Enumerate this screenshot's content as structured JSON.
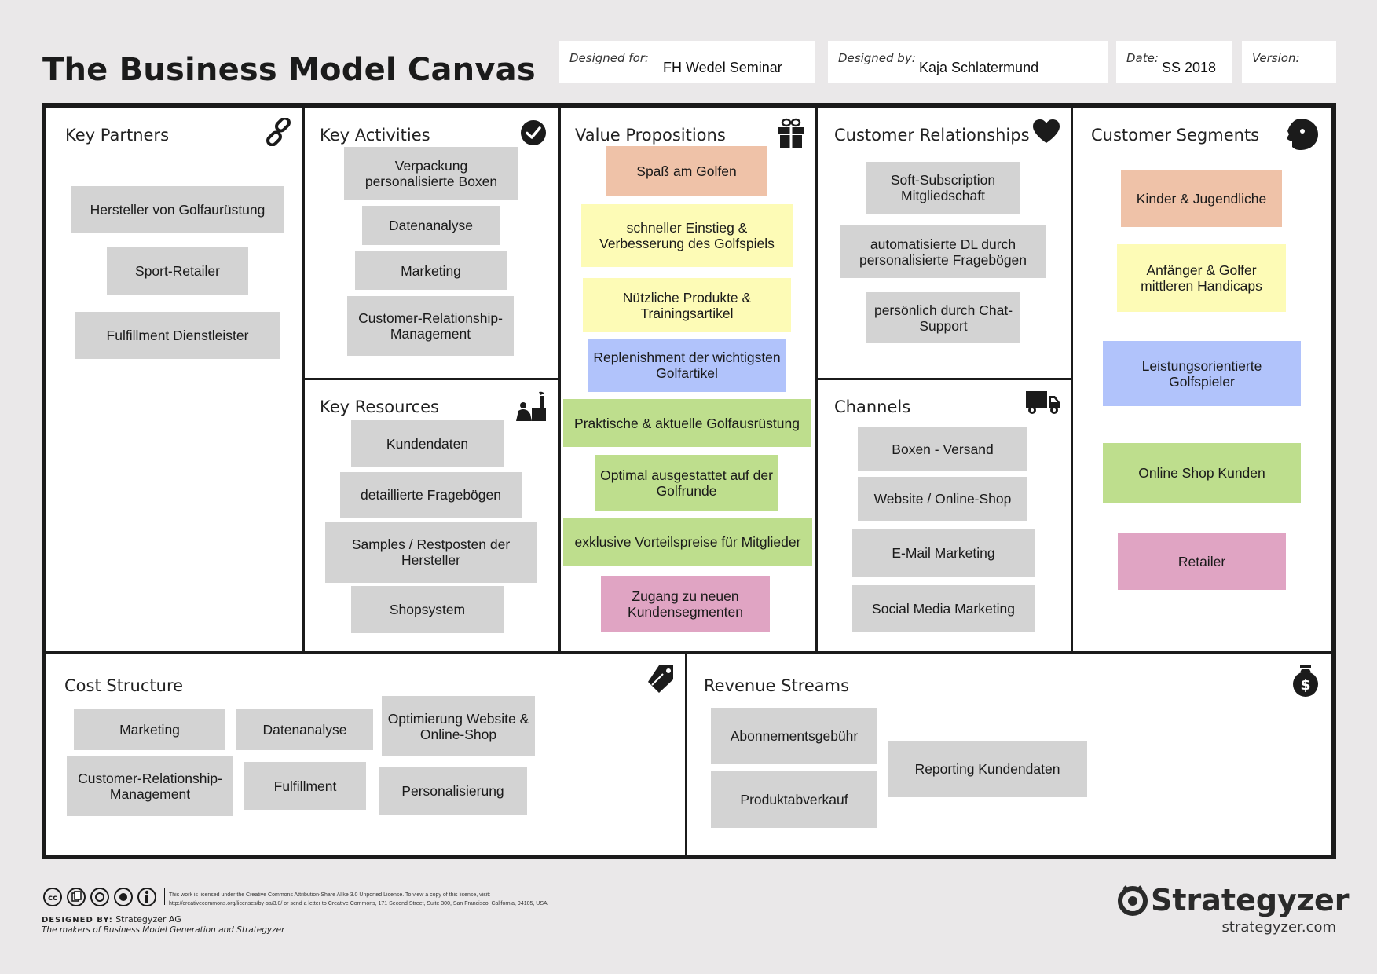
{
  "title": "The Business Model Canvas",
  "meta": {
    "designed_for": {
      "label": "Designed for:",
      "value": "FH Wedel Seminar"
    },
    "designed_by": {
      "label": "Designed by:",
      "value": "Kaja Schlatermund"
    },
    "date": {
      "label": "Date:",
      "value": "SS 2018"
    },
    "version": {
      "label": "Version:",
      "value": ""
    }
  },
  "blocks": {
    "key_partners": {
      "title": "Key Partners",
      "icon": "link-icon",
      "notes": [
        "Hersteller von Golfaurüstung",
        "Sport-Retailer",
        "Fulfillment Dienstleister"
      ]
    },
    "key_activities": {
      "title": "Key Activities",
      "icon": "checkmark-icon",
      "notes": [
        "Verpackung personalisierte Boxen",
        "Datenanalyse",
        "Marketing",
        "Customer-Relationship-Management"
      ]
    },
    "key_resources": {
      "title": "Key Resources",
      "icon": "factory-worker-icon",
      "notes": [
        "Kundendaten",
        "detaillierte Fragebögen",
        "Samples / Restposten der Hersteller",
        "Shopsystem"
      ]
    },
    "value_propositions": {
      "title": "Value Propositions",
      "icon": "gift-icon",
      "notes": [
        "Spaß am Golfen",
        "schneller Einstieg & Verbesserung des Golfspiels",
        "Nützliche Produkte & Trainingsartikel",
        "Replenishment der wichtigsten Golfartikel",
        "Praktische & aktuelle Golfausrüstung",
        "Optimal ausgestattet auf der Golfrunde",
        "exklusive Vorteilspreise für Mitglieder",
        "Zugang zu neuen Kundensegmenten"
      ]
    },
    "customer_relationships": {
      "title": "Customer Relationships",
      "icon": "heart-icon",
      "notes": [
        "Soft-Subscription Mitgliedschaft",
        "automatisierte DL durch personalisierte Fragebögen",
        "persönlich durch Chat-Support"
      ]
    },
    "channels": {
      "title": "Channels",
      "icon": "truck-icon",
      "notes": [
        "Boxen - Versand",
        "Website / Online-Shop",
        "E-Mail Marketing",
        "Social Media Marketing"
      ]
    },
    "customer_segments": {
      "title": "Customer Segments",
      "icon": "face-icon",
      "notes": [
        "Kinder & Jugendliche",
        "Anfänger & Golfer mittleren Handicaps",
        "Leistungsorientierte Golfspieler",
        "Online Shop Kunden",
        "Retailer"
      ]
    },
    "cost_structure": {
      "title": "Cost Structure",
      "icon": "price-tag-icon",
      "notes": [
        "Marketing",
        "Datenanalyse",
        "Optimierung Website & Online-Shop",
        "Customer-Relationship-Management",
        "Fulfillment",
        "Personalisierung"
      ]
    },
    "revenue_streams": {
      "title": "Revenue Streams",
      "icon": "money-bag-icon",
      "notes": [
        "Abonnementsgebühr",
        "Produktabverkauf",
        "Reporting Kundendaten"
      ]
    }
  },
  "colors": {
    "grey": "#d3d3d3",
    "orange": "#efc2a8",
    "yellow": "#fdfbb6",
    "blue": "#b1c3fb",
    "green": "#bede8d",
    "pink": "#e0a4c3"
  },
  "footer": {
    "license_line1": "This work is licensed under the Creative Commons Attribution-Share Alike 3.0 Unported License. To view a copy of this license, visit:",
    "license_line2": "http://creativecommons.org/licenses/by-sa/3.0/ or send a letter to Creative Commons, 171 Second Street, Suite 300, San Francisco, California, 94105, USA.",
    "designed_by_label": "DESIGNED BY:",
    "designed_by_value": "Strategyzer AG",
    "tagline": "The makers of Business Model Generation and Strategyzer",
    "brand": "Strategyzer",
    "brand_url": "strategyzer.com"
  }
}
